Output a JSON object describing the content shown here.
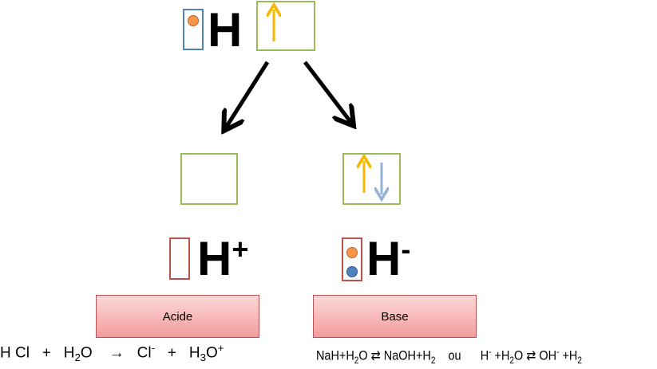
{
  "top": {
    "symbol": "H"
  },
  "acid": {
    "symbol": "H",
    "charge": "+",
    "label": "Acide"
  },
  "base": {
    "symbol": "H",
    "charge": "-",
    "label": "Base"
  },
  "equations": {
    "acid": {
      "a": "H Cl",
      "plus1": "+",
      "b": "H",
      "b_sub": "2",
      "b2": "O",
      "arrow": "→",
      "c": "Cl",
      "c_sup": "-",
      "plus2": "+",
      "d": "H",
      "d_sub": "3",
      "d2": "O",
      "d_sup": "+"
    },
    "base": {
      "p1": "NaH+H",
      "s1": "2",
      "p2": "O ⇄ NaOH+H",
      "s2": "2",
      "ou": "ou",
      "p3": "H",
      "sup3": "-",
      "p4": " +H",
      "s4": "2",
      "p5": "O ⇄ OH",
      "sup5": "-",
      "p6": " +H",
      "s6": "2"
    }
  },
  "colors": {
    "electron": "#f79646",
    "electron2": "#4f81bd",
    "spin_up": "#f5b800",
    "spin_down": "#95b3d7",
    "orbital": "#9bbb59"
  }
}
